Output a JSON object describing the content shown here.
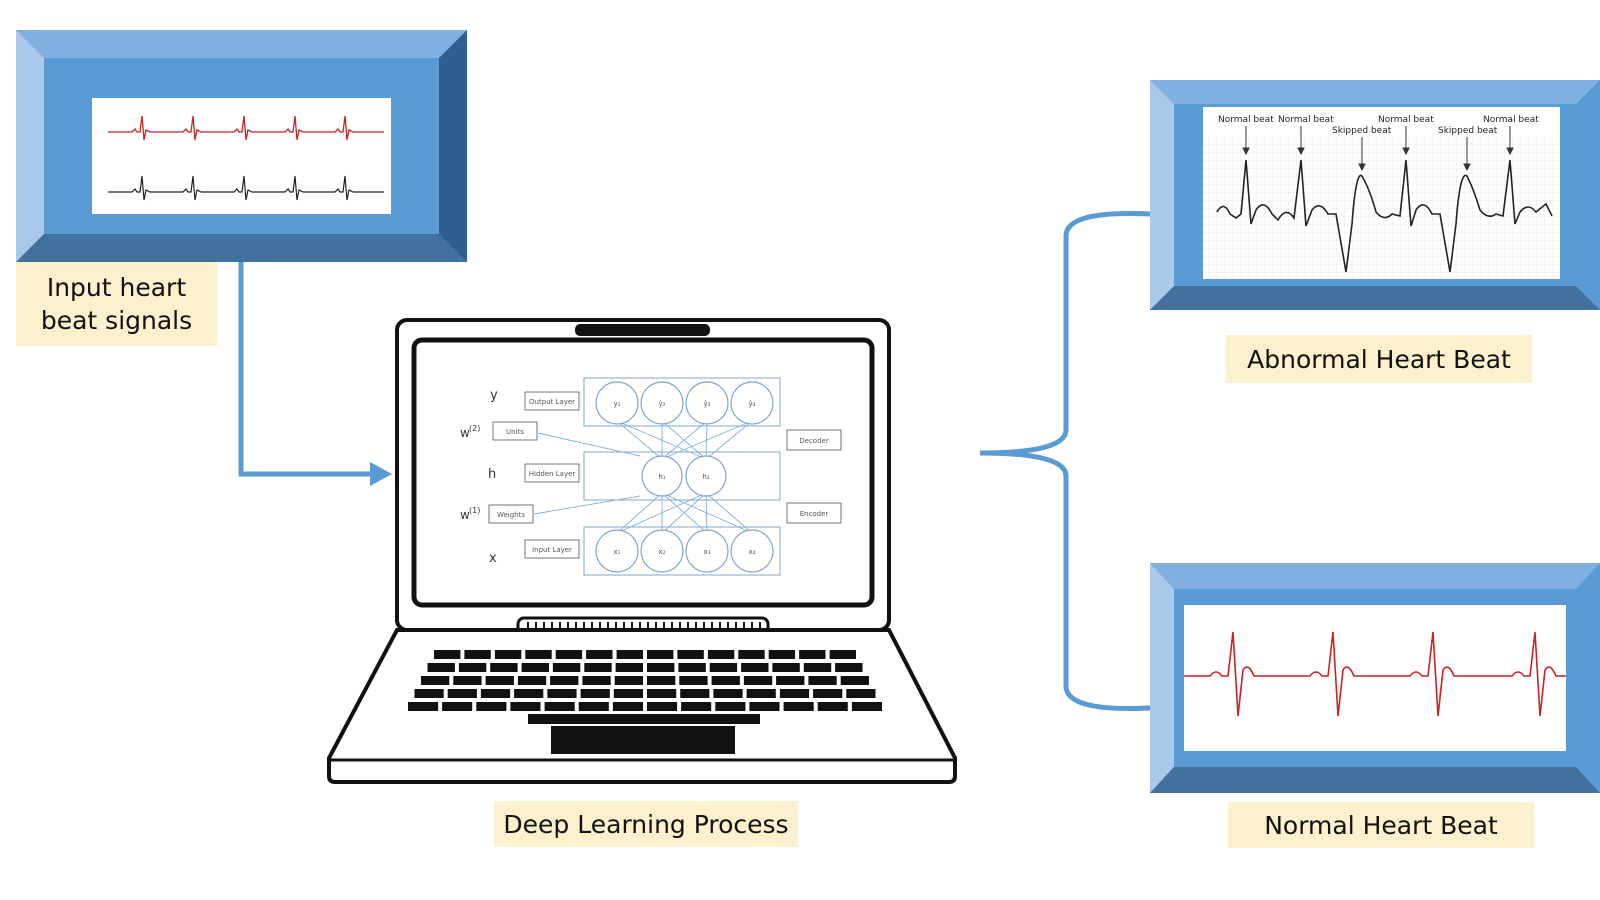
{
  "captions": {
    "input_line1": "Input heart",
    "input_line2": "beat signals",
    "abnormal": "Abnormal Heart Beat",
    "normal": "Normal Heart Beat",
    "deep_learning": "Deep Learning Process"
  },
  "network": {
    "symbols": {
      "y": "y",
      "w2": "w",
      "w2_sup": "(2)",
      "h": "h",
      "w1": "w",
      "w1_sup": "(1)",
      "x": "x"
    },
    "boxes": {
      "output_layer": "Output Layer",
      "units": "Units",
      "hidden_layer": "Hidden Layer",
      "weights": "Weights",
      "input_layer": "Input Layer",
      "decoder": "Decoder",
      "encoder": "Encoder"
    },
    "output_nodes": [
      "y₁",
      "ŷ₂",
      "ŷ₃",
      "ŷ₄"
    ],
    "hidden_nodes": [
      "h₁",
      "h₂"
    ],
    "input_nodes": [
      "x₁",
      "x₂",
      "x₃",
      "x₄"
    ]
  },
  "abnormal_annotations": {
    "normal_beat": "Normal beat",
    "skipped_beat": "Skipped beat"
  },
  "colors": {
    "frame_light": "#a9c8ea",
    "frame_top": "#7fb0e0",
    "frame_mid": "#5b9bd5",
    "frame_dark": "#2f5f8f",
    "frame_bottom": "#41719c",
    "connector": "#5b9bd5",
    "caption_bg": "#fdf0cc",
    "ecg_red": "#cc2222",
    "ecg_black": "#222222"
  }
}
